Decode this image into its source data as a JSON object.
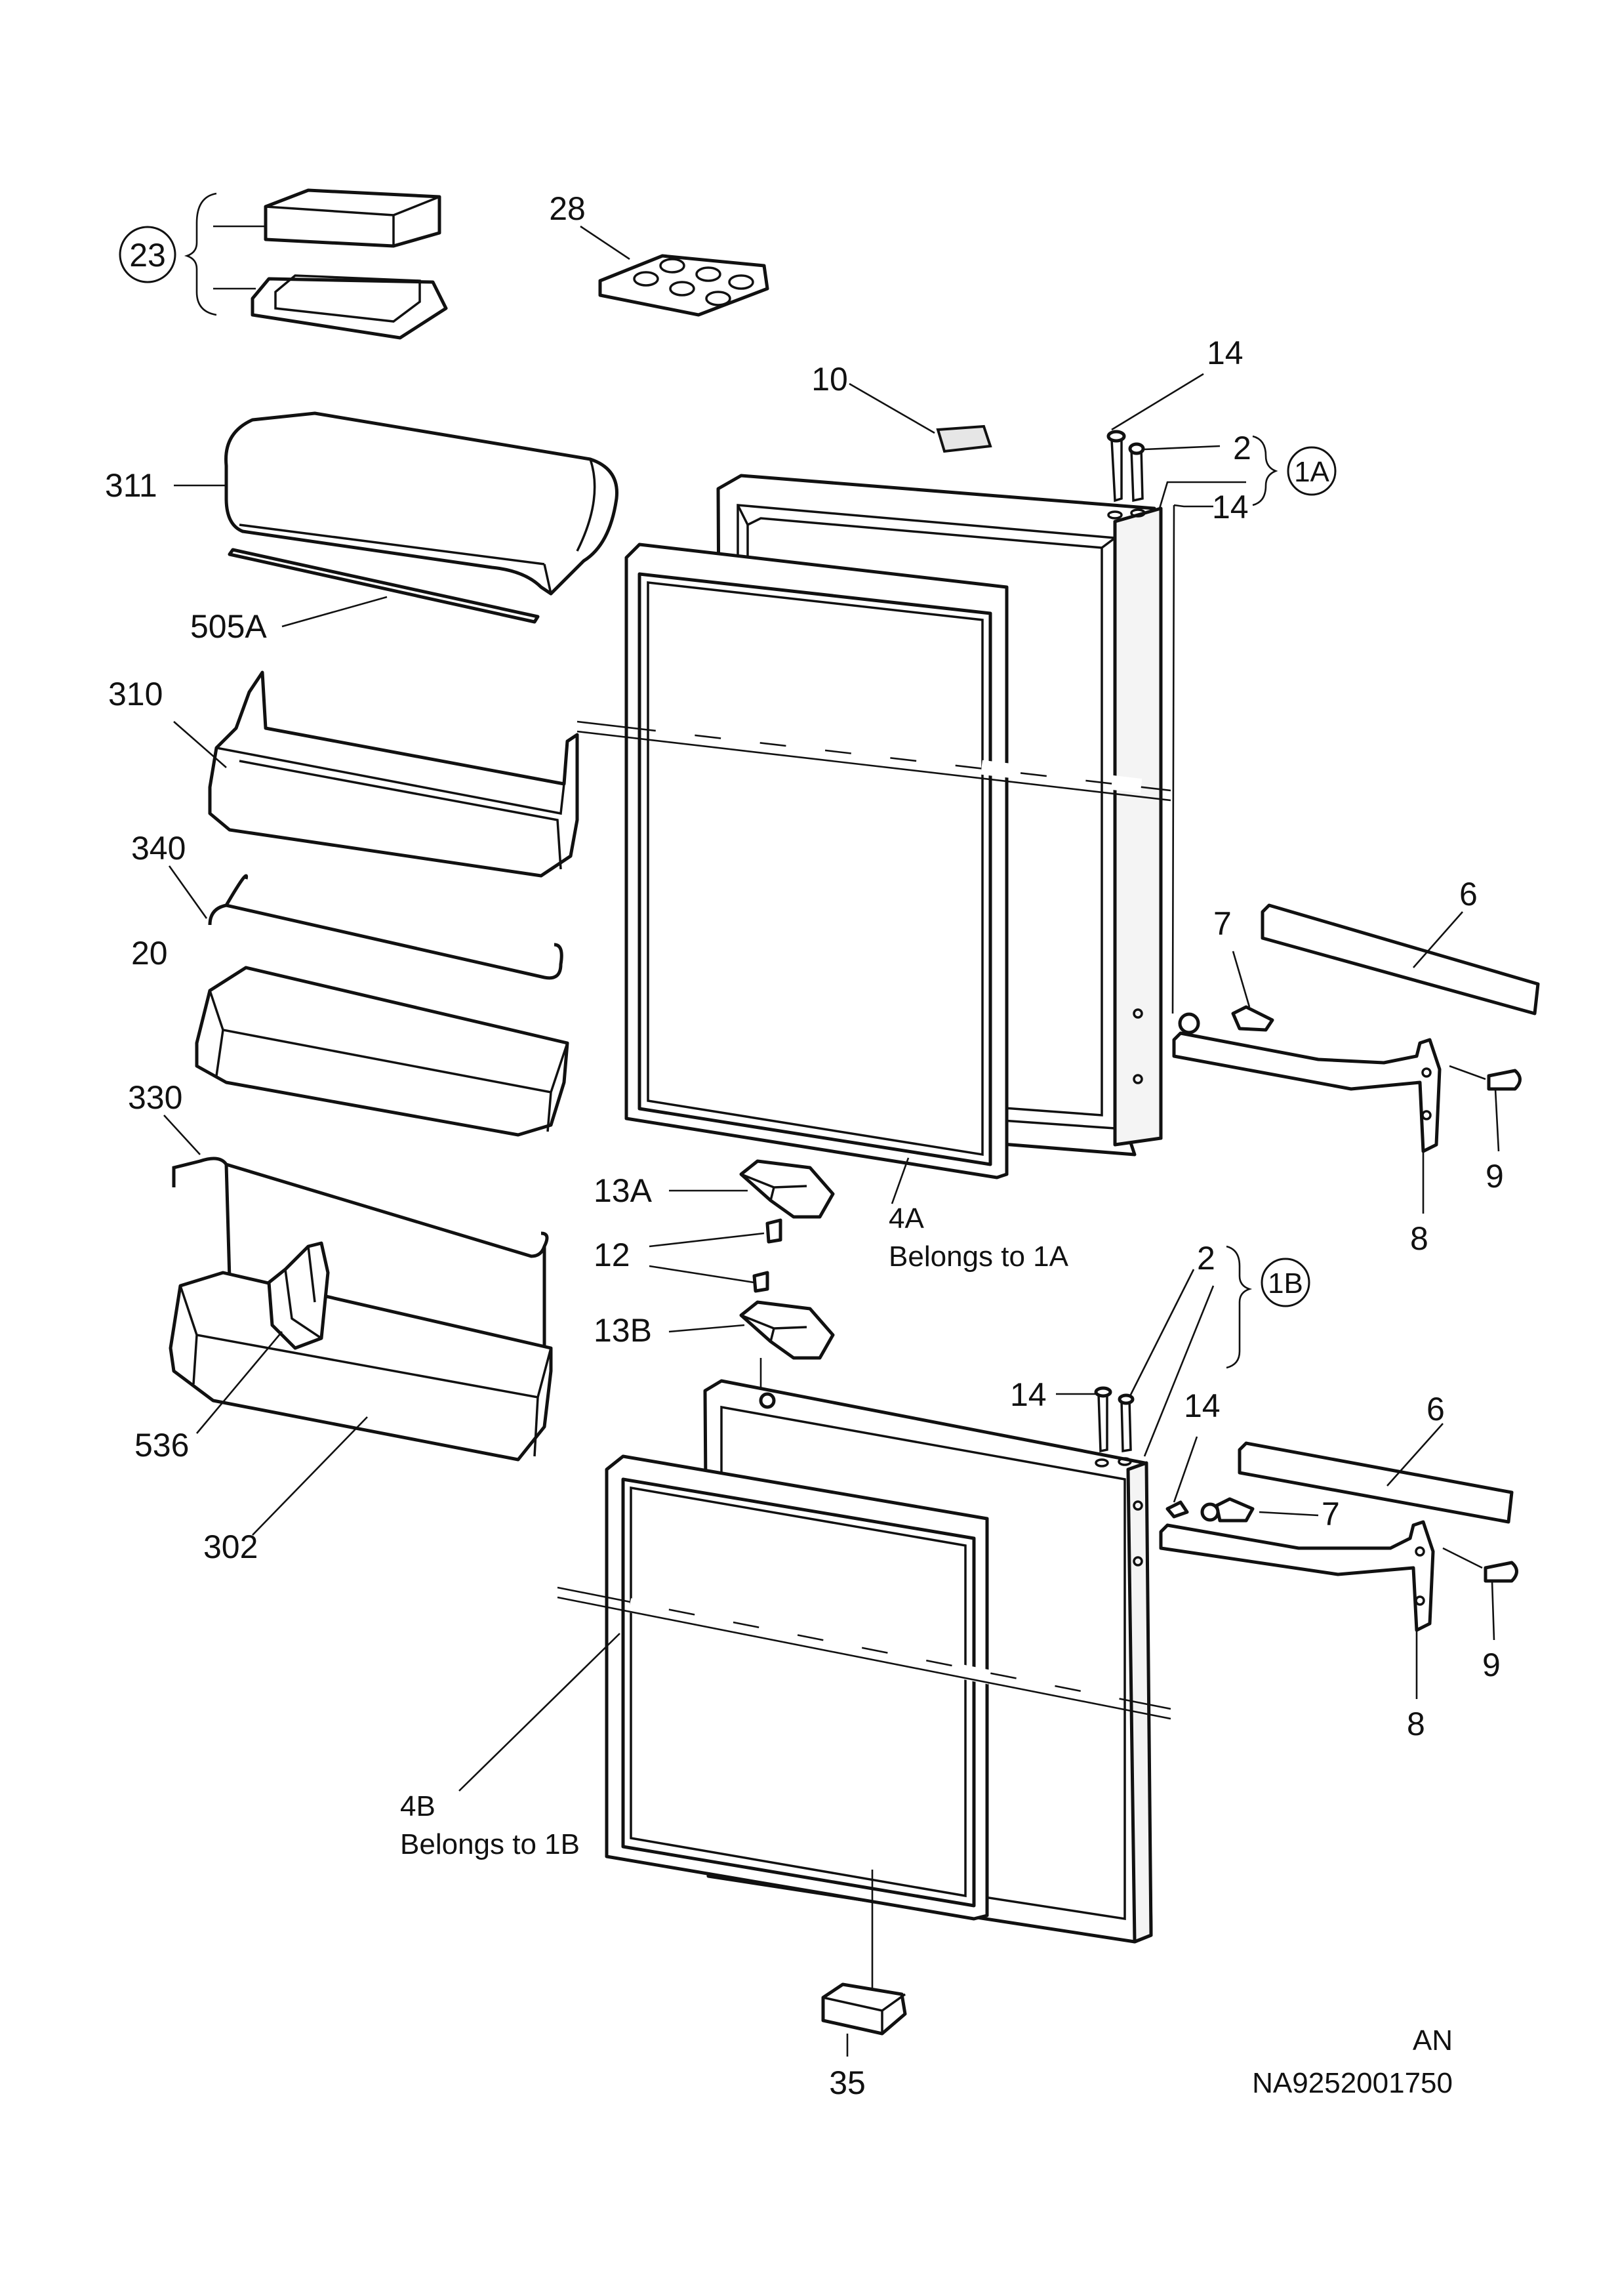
{
  "labels": {
    "p23": "23",
    "p28": "28",
    "p10": "10",
    "p14a": "14",
    "p2a": "2",
    "p1a": "1A",
    "p14b": "14",
    "p311": "311",
    "p505a": "505A",
    "p310": "310",
    "p340": "340",
    "p20": "20",
    "p330": "330",
    "p536": "536",
    "p302": "302",
    "p6a": "6",
    "p7a": "7",
    "p9a": "9",
    "p8a": "8",
    "p13a": "13A",
    "p12": "12",
    "p13b": "13B",
    "p4a": "4A",
    "p4a_note": "Belongs to 1A",
    "p2b": "2",
    "p1b": "1B",
    "p14c": "14",
    "p14d": "14",
    "p6b": "6",
    "p7b": "7",
    "p9b": "9",
    "p8b": "8",
    "p4b": "4B",
    "p4b_note": "Belongs to 1B",
    "p35": "35",
    "lang_code": "AN",
    "doc_number": "NA9252001750"
  }
}
